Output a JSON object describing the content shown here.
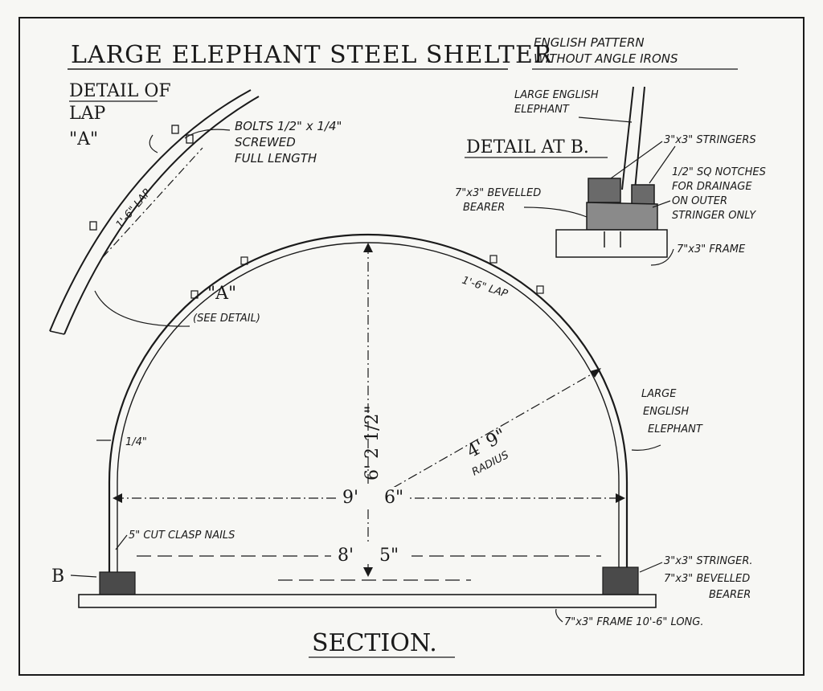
{
  "title": "LARGE ELEPHANT STEEL SHELTER",
  "subtitle_line1": "ENGLISH PATTERN",
  "subtitle_line2": "WITHOUT ANGLE IRONS",
  "detail_lap": {
    "heading_line1": "DETAIL OF",
    "heading_line2": "LAP",
    "heading_line3": "\"A\"",
    "bolts_line1": "BOLTS 1/2\" x 1/4\"",
    "bolts_line2": "SCREWED",
    "bolts_line3": "FULL LENGTH",
    "lap_length": "1'-6\" LAP"
  },
  "detail_b": {
    "heading": "DETAIL AT B.",
    "elephant_line1": "LARGE ENGLISH",
    "elephant_line2": "ELEPHANT",
    "stringers": "3\"x3\" STRINGERS",
    "notches_line1": "1/2\" SQ NOTCHES",
    "notches_line2": "FOR DRAINAGE",
    "notches_line3": "ON OUTER",
    "notches_line4": "STRINGER ONLY",
    "bearer_line1": "7\"x3\" BEVELLED",
    "bearer_line2": "BEARER",
    "frame": "7\"x3\" FRAME"
  },
  "section": {
    "label_a": "\"A\"",
    "see_detail": "(SEE DETAIL)",
    "lap_right": "1'-6\" LAP",
    "thickness": "1/4\"",
    "height": "6' 2 1/2\"",
    "radius_value": "4' 9\"",
    "radius_word": "RADIUS",
    "span_feet": "9'",
    "span_inches": "6\"",
    "inner_feet": "8'",
    "inner_inches": "5\"",
    "nails": "5\" CUT CLASP NAILS",
    "point_b": "B",
    "elephant_line1": "LARGE",
    "elephant_line2": "ENGLISH",
    "elephant_line3": "ELEPHANT",
    "stringer_right": "3\"x3\" STRINGER.",
    "bearer_right_line1": "7\"x3\" BEVELLED",
    "bearer_right_line2": "BEARER",
    "frame_right": "7\"x3\" FRAME 10'-6\" LONG.",
    "caption": "SECTION."
  }
}
